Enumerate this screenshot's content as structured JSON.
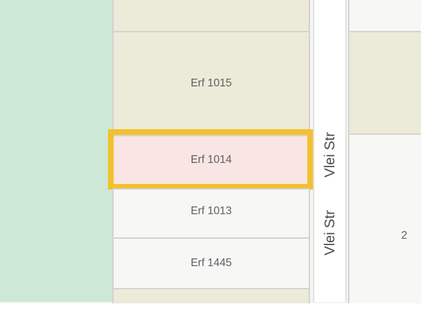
{
  "map": {
    "parcels": [
      {
        "label": "Erf 1015"
      },
      {
        "label": "Erf 1014"
      },
      {
        "label": "Erf 1013"
      },
      {
        "label": "Erf 1445"
      }
    ],
    "street_labels": [
      "Vlei Str",
      "Vlei Str"
    ],
    "right_block_label": "2",
    "colors": {
      "park": "#cde8d5",
      "parcel": "#ecead9",
      "highlight_fill": "#f8e5e4",
      "highlight_border": "#f3c02f"
    }
  }
}
